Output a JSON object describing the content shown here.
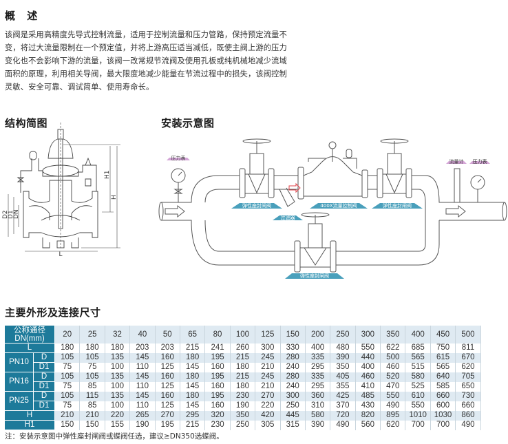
{
  "overview": {
    "title": "概 述",
    "text": "该阀是采用高精度先导式控制流量，适用于控制流量和压力管路，保持预定流量不变，将过大流量限制在一个预定值，并将上游高压适当减低，既使主阀上游的压力变化也不会影响下游的流量，该阀一改常规节流阀及使用孔板或纯机械地减少流域面积的原理，利用相关导阀，最大限度地减少能量在节流过程中的损失，该阀控制灵敏、安全可靠、调试简单、使用寿命长。"
  },
  "structure": {
    "title": "结构简图",
    "dimension_labels": {
      "L": "L",
      "H": "H",
      "H1": "H1",
      "D2": "D2",
      "D1": "D1",
      "DN": "DN"
    }
  },
  "installation": {
    "title": "安装示意图",
    "labels": {
      "pressure_gauge_left": "压力表",
      "gate_valve_1": "弹性座封闸阀",
      "control_valve": "400X流量控制阀",
      "filter": "过滤器",
      "gate_valve_2": "弹性座封闸阀",
      "gate_valve_bypass": "弹性座封闸阀",
      "flow_meter": "流量计",
      "pressure_gauge_right": "压力表"
    },
    "colors": {
      "label_band": "#2a8fb0",
      "gauge_label_band": "#c27fc6",
      "flow_arrow": "#e0434a"
    }
  },
  "dimensions": {
    "title": "主要外形及连接尺寸",
    "header_label_line1": "公称通径",
    "header_label_line2": "DN(mm)",
    "dn": [
      "20",
      "25",
      "32",
      "40",
      "50",
      "65",
      "80",
      "100",
      "125",
      "150",
      "200",
      "250",
      "300",
      "350",
      "400",
      "450",
      "500"
    ],
    "rows": [
      {
        "group": "",
        "label": "L",
        "values": [
          "180",
          "180",
          "180",
          "203",
          "203",
          "215",
          "241",
          "260",
          "300",
          "330",
          "400",
          "480",
          "550",
          "622",
          "685",
          "750",
          "811"
        ]
      },
      {
        "group": "PN10",
        "label": "D",
        "values": [
          "105",
          "105",
          "135",
          "145",
          "160",
          "180",
          "195",
          "215",
          "245",
          "280",
          "335",
          "390",
          "440",
          "500",
          "565",
          "615",
          "670"
        ]
      },
      {
        "group": "PN10",
        "label": "D1",
        "values": [
          "75",
          "75",
          "100",
          "110",
          "125",
          "145",
          "160",
          "180",
          "210",
          "240",
          "295",
          "350",
          "400",
          "460",
          "515",
          "565",
          "620"
        ]
      },
      {
        "group": "PN16",
        "label": "D",
        "values": [
          "105",
          "105",
          "135",
          "145",
          "160",
          "180",
          "195",
          "215",
          "245",
          "280",
          "335",
          "405",
          "460",
          "520",
          "580",
          "640",
          "705"
        ]
      },
      {
        "group": "PN16",
        "label": "D1",
        "values": [
          "75",
          "85",
          "100",
          "110",
          "125",
          "145",
          "160",
          "180",
          "210",
          "240",
          "295",
          "355",
          "410",
          "470",
          "525",
          "585",
          "650"
        ]
      },
      {
        "group": "PN25",
        "label": "D",
        "values": [
          "105",
          "115",
          "135",
          "145",
          "160",
          "180",
          "195",
          "230",
          "270",
          "300",
          "360",
          "425",
          "485",
          "550",
          "610",
          "660",
          "730"
        ]
      },
      {
        "group": "PN25",
        "label": "D1",
        "values": [
          "75",
          "85",
          "100",
          "110",
          "125",
          "145",
          "160",
          "190",
          "220",
          "250",
          "310",
          "370",
          "430",
          "490",
          "550",
          "600",
          "660"
        ]
      },
      {
        "group": "",
        "label": "H",
        "values": [
          "210",
          "210",
          "220",
          "265",
          "270",
          "295",
          "320",
          "350",
          "420",
          "445",
          "580",
          "720",
          "820",
          "895",
          "1010",
          "1030",
          "860"
        ]
      },
      {
        "group": "",
        "label": "H1",
        "values": [
          "150",
          "150",
          "155",
          "190",
          "195",
          "215",
          "230",
          "250",
          "305",
          "315",
          "390",
          "490",
          "560",
          "620",
          "700",
          "700",
          "490"
        ]
      }
    ],
    "groups": [
      "PN10",
      "PN16",
      "PN25"
    ],
    "colors": {
      "header_bg": "#1d7a9a",
      "shade_bg": "#dfeaf2"
    }
  },
  "note": "注：安装示意图中弹性座封闸阀或蝶阀任选，建议≥DN350选蝶阀。"
}
